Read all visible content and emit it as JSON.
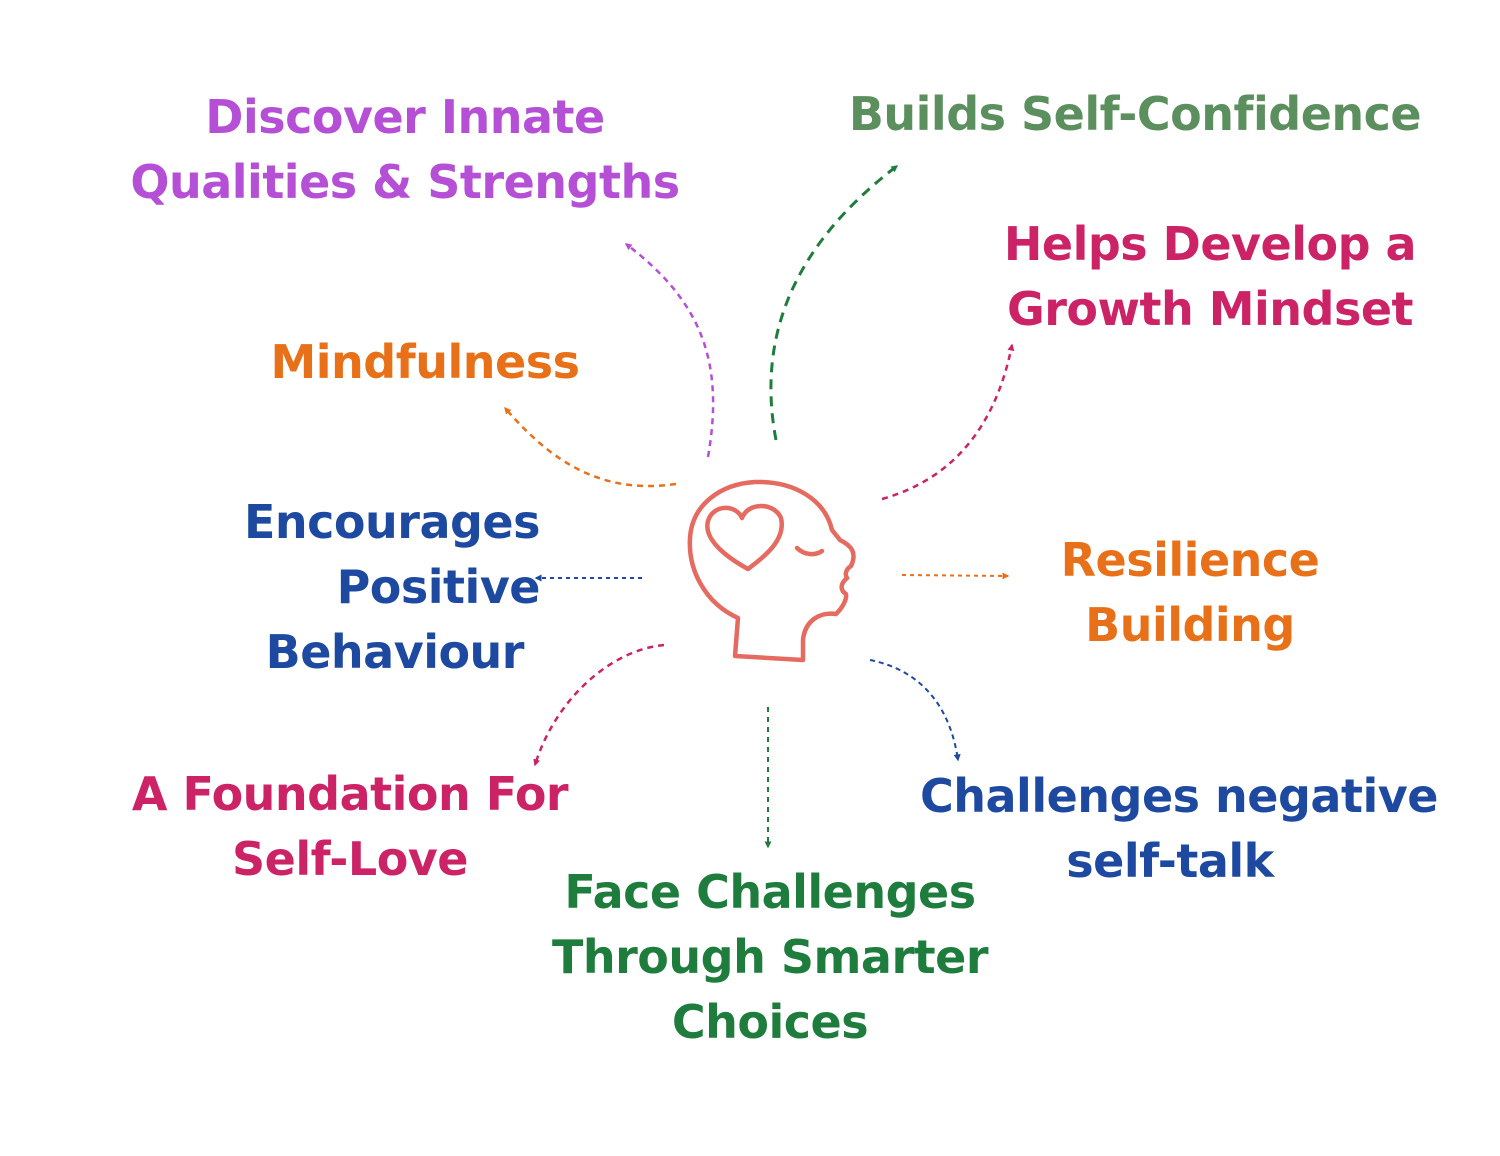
{
  "colors": {
    "purple": "#b44fd6",
    "green": "#1e7d3d",
    "sage": "#5b8f5e",
    "magenta": "#cc2266",
    "orange": "#e87018",
    "blue": "#1d4aa0",
    "head": "#e56a60"
  },
  "center_icon": "head-with-heart-icon",
  "labels": {
    "discover": [
      "Discover Innate",
      "Qualities & Strengths"
    ],
    "confidence": [
      "Builds Self-Confidence"
    ],
    "growth": [
      "Helps Develop a",
      "Growth Mindset"
    ],
    "mindful": [
      "Mindfulness"
    ],
    "encourage": [
      "Encourages",
      "Positive",
      "Behaviour"
    ],
    "resilience": [
      "Resilience",
      "Building"
    ],
    "foundation": [
      "A Foundation For",
      "Self-Love"
    ],
    "negative": [
      "Challenges negative",
      "self-talk"
    ],
    "face": [
      "Face Challenges",
      "Through Smarter",
      "Choices"
    ]
  }
}
